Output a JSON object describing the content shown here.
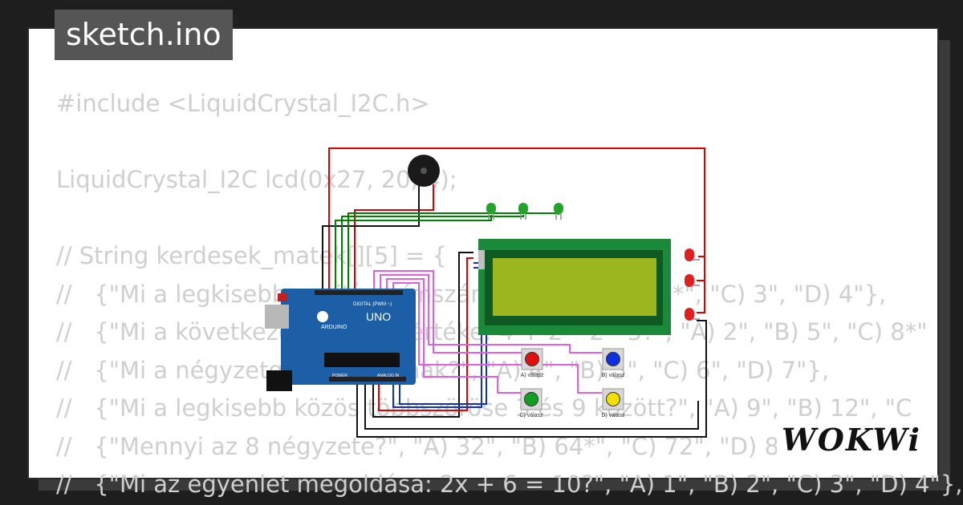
{
  "header": {
    "title": "sketch.ino"
  },
  "brand": {
    "logo_text": "WOKWi"
  },
  "code": {
    "lines": [
      "#include <LiquidCrystal_I2C.h>",
      "",
      "LiquidCrystal_I2C lcd(0x27, 20, 4);",
      "",
      "// String kerdesek_matek[][5] = {",
      "//   {\"Mi a legkisebb pozitív prímszám?\", \"A) 1\", \"B) 2*\", \"C) 3\", \"D) 4\"},",
      "//   {\"Mi a következő kifejezés értéke: 4 + 2 * 2 - 3?\", \"A) 2\", \"B) 5\", \"C) 8*\"",
      "//   {\"Mi a négyzetgyöke a 36-nak?\", \"A) 4\", \"B) 5\", \"C) 6\", \"D) 7\"},",
      "//   {\"Mi a legkisebb közös többszöröse 3 és 9 között?\", \"A) 9\", \"B) 12\", \"C",
      "//   {\"Mennyi az 8 négyzete?\", \"A) 32\", \"B) 64*\", \"C) 72\", \"D) 80\"},",
      "//   {\"Mi az egyenlet megoldása: 2x + 6 = 10?\", \"A) 1\", \"B) 2\", \"C) 3\", \"D) 4\"},"
    ]
  },
  "circuit": {
    "board": {
      "model": "UNO",
      "brand": "ARDUINO",
      "digital_label": "DIGITAL (PWM ~)",
      "power_label": "POWER",
      "analog_label": "ANALOG IN",
      "color": "#1d5fa6"
    },
    "buttons": [
      {
        "label": "A) válasz",
        "color": "#e01010"
      },
      {
        "label": "B) válasz",
        "color": "#1030e0"
      },
      {
        "label": "C) válasz",
        "color": "#12a020"
      },
      {
        "label": "D) válasz",
        "color": "#f0e000"
      }
    ],
    "lcd": {
      "pcb_color": "#1a8a3a",
      "screen_color": "#9bb61e"
    },
    "green_leds": {
      "count": 3,
      "color": "#22a32a"
    },
    "red_leds": {
      "count": 3,
      "color": "#e02020"
    },
    "wire_colors": {
      "power": "#e00000",
      "ground": "#111111",
      "signal": "#008000",
      "button": "#e060e0"
    }
  }
}
